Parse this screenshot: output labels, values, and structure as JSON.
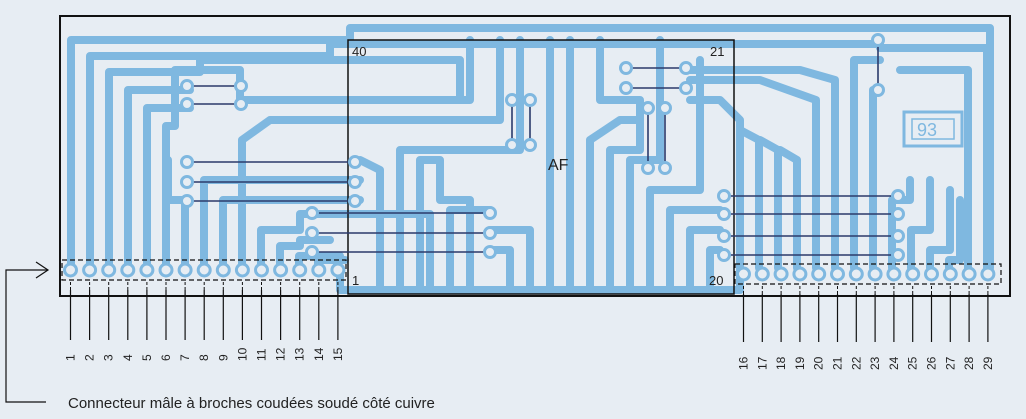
{
  "board": {
    "chip_label": "AF",
    "corner_top_left": "40",
    "corner_top_right": "21",
    "corner_bottom_left": "1",
    "corner_bottom_right": "20",
    "stamp": "93",
    "caption": "Connecteur mâle à broches coudées soudé côté cuivre"
  },
  "pins_left": [
    "1",
    "2",
    "3",
    "4",
    "5",
    "6",
    "7",
    "8",
    "9",
    "10",
    "11",
    "12",
    "13",
    "14",
    "15"
  ],
  "pins_right": [
    "16",
    "17",
    "18",
    "19",
    "20",
    "21",
    "22",
    "23",
    "24",
    "25",
    "26",
    "27",
    "28",
    "29"
  ],
  "colors": {
    "background": "#e7edf3",
    "copper_trace": "#7fb8e0",
    "jumper_wire": "#2b3a6b",
    "outline": "#111111"
  }
}
